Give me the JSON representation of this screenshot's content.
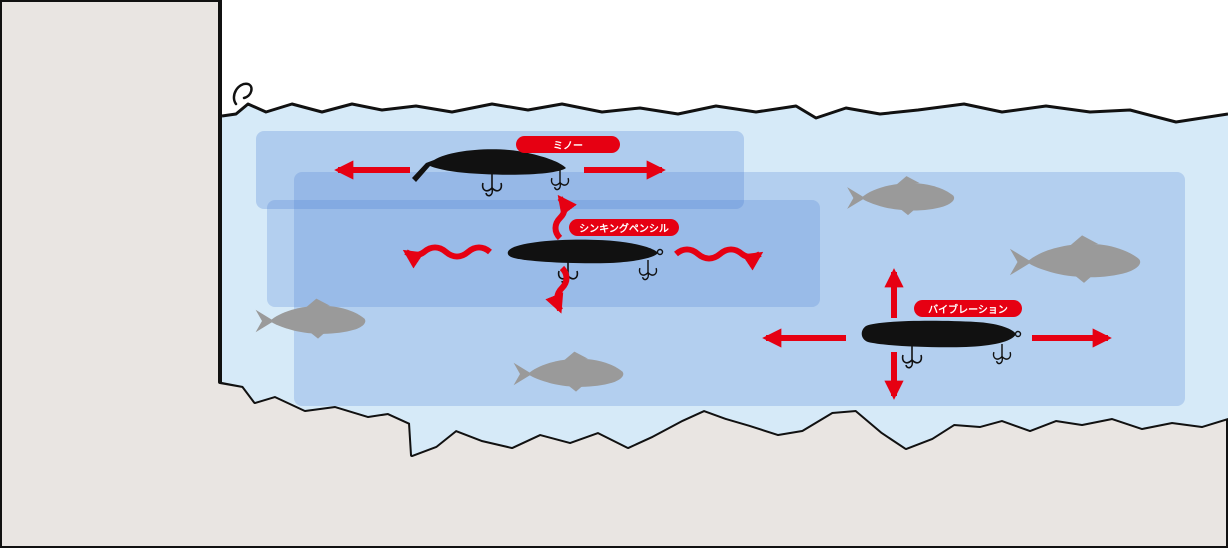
{
  "labels": {
    "minnow": "ミノー",
    "sinking_pencil": "シンキングペンシル",
    "vibration": "バイブレーション"
  },
  "colors": {
    "ground": "#e9e5e2",
    "outline": "#111111",
    "water": "#d6eaf8",
    "zone_overlay": "#4a7fd4",
    "arrow_red": "#e60012",
    "label_bg": "#e60012",
    "fish_gray": "#9a9a9a",
    "lure_black": "#111111"
  }
}
